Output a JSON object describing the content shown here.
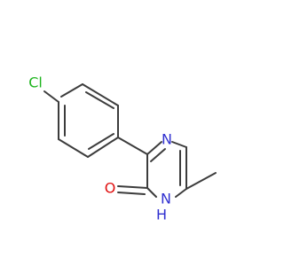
{
  "molecule": {
    "atoms": {
      "cl": "Cl",
      "n_top": "N",
      "o": "O",
      "n_bottom": "N",
      "h": "H"
    },
    "colors": {
      "bond": "#3c3c3c",
      "chlorine": "#1fb51f",
      "nitrogen": "#3030d0",
      "oxygen": "#e01010"
    }
  }
}
